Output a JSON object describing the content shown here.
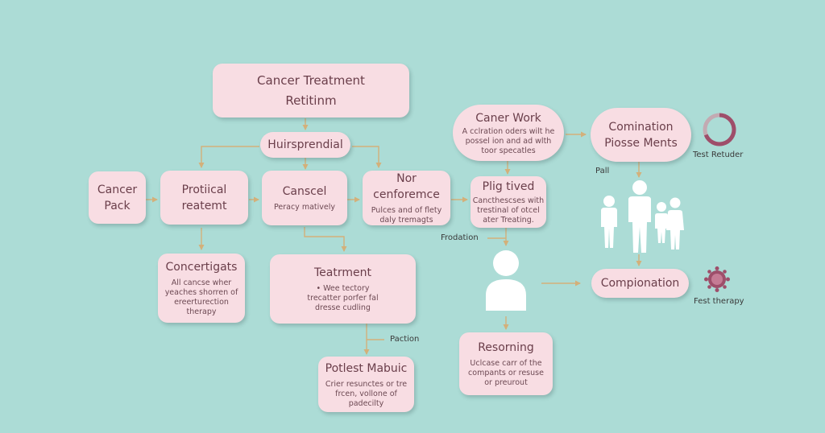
{
  "nodes": {
    "cancer_treatment": {
      "title_1": "Cancer Treatment",
      "title_2": "Retitinm"
    },
    "huirsprendial": {
      "title": "Huirsprendial"
    },
    "cancer_pack": {
      "title_1": "Cancer",
      "title_2": "Pack"
    },
    "protiical": {
      "title_1": "Protiical",
      "title_2": "reatemt"
    },
    "canscel": {
      "title": "Canscel",
      "sub": "Peracy matively"
    },
    "nor_conference": {
      "title": "Nor cenforemce",
      "sub_1": "Pulces and of flety",
      "sub_2": "daly tremagts"
    },
    "concertigats": {
      "title": "Concertigats",
      "sub_1": "All cancse wher",
      "sub_2": "yeaches shorren of",
      "sub_3": "ereerturection",
      "sub_4": "therapy"
    },
    "teatrment": {
      "title": "Teatrment",
      "sub_1": "• Wee tectory",
      "sub_2": "trecatter porfer fal",
      "sub_3": "dresse cudling"
    },
    "potiest_mabuic": {
      "title": "Potlest Mabuic",
      "sub_1": "Crier resunctes or tre",
      "sub_2": "frcen, vollone of",
      "sub_3": "padecilty"
    },
    "caner_work": {
      "title": "Caner Work",
      "sub_1": "A cclration oders wilt he",
      "sub_2": "possel ion and ad wlth",
      "sub_3": "toor specatles"
    },
    "plig_tived": {
      "title": "Plig tived",
      "sub_1": "Cancthescses with",
      "sub_2": "trestinal of otcel",
      "sub_3": "ater Treating."
    },
    "resorning": {
      "title": "Resorning",
      "sub_1": "Uclcase carr of the",
      "sub_2": "compants or resuse",
      "sub_3": "or preurout"
    },
    "comination": {
      "title_1": "Comination",
      "title_2": "Piosse Ments"
    },
    "compionation": {
      "title": "Compionation"
    }
  },
  "labels": {
    "frodation": "Frodation",
    "paction": "Paction",
    "pall": "Pall",
    "test_retuder": "Test Retuder",
    "fest_therapy": "Fest therapy"
  },
  "colors": {
    "background": "#acdcd6",
    "box_fill": "#f8dde3",
    "box_text": "#6a3e4a",
    "connector": "#d3b07a",
    "icon_plum": "#9e4e6a",
    "figure_white": "#ffffff"
  },
  "icons": [
    "person-icon",
    "family-icon",
    "progress-ring-icon",
    "cell-icon"
  ]
}
